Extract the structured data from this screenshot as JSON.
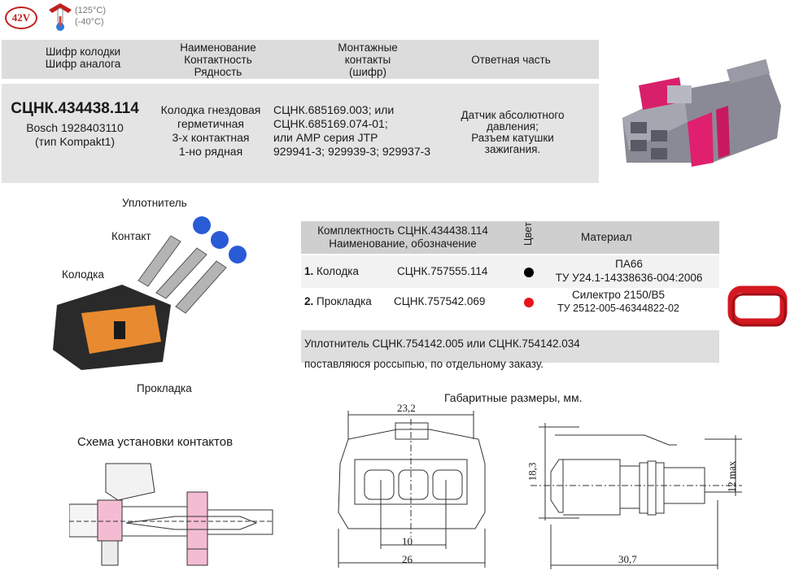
{
  "badges": {
    "voltage": "42V",
    "temp_high": "(125°C)",
    "temp_low": "(-40°C)"
  },
  "header": {
    "col1": [
      "Шифр колодки",
      "Шифр аналога"
    ],
    "col2": [
      "Наименование",
      "Контактность",
      "Рядность"
    ],
    "col3": [
      "Монтажные",
      "контакты",
      "(шифр)"
    ],
    "col4": "Ответная часть"
  },
  "product": {
    "code": "СЦНК.434438.114",
    "analog": "Bosch 1928403110",
    "analog_type": "(тип Kompakt1)",
    "description": [
      "Колодка гнездовая",
      "герметичная",
      "3-х контактная",
      "1-но рядная"
    ],
    "contacts": [
      "СЦНК.685169.003; или",
      "СЦНК.685169.074-01;",
      "или AMP серия JTP",
      "929941-3; 929939-3; 929937-3"
    ],
    "mating": [
      "Датчик абсолютного",
      "давления;",
      "Разъем катушки",
      "зажигания."
    ]
  },
  "parts_labels": {
    "seal": "Уплотнитель",
    "contact": "Контакт",
    "housing": "Колодка",
    "gasket": "Прокладка"
  },
  "kit_table": {
    "header_left": [
      "Комплектность СЦНК.434438.114",
      "Наименование, обозначение"
    ],
    "header_color": "Цвет",
    "header_material": "Материал",
    "rows": [
      {
        "num": "1.",
        "name": "Колодка",
        "code": "СЦНК.757555.114",
        "color": "#000000",
        "material": [
          "ПА66",
          "ТУ У24.1-14338636-004:2006"
        ]
      },
      {
        "num": "2.",
        "name": "Прокладка",
        "code": "СЦНК.757542.069",
        "color": "#e8141b",
        "material": [
          "Силектро 2150/В5",
          "ТУ 2512-005-46344822-02"
        ]
      }
    ]
  },
  "note": [
    "Уплотнитель СЦНК.754142.005 или СЦНК.754142.034",
    "поставляюся россыпью, по отдельному заказу."
  ],
  "dimensions": {
    "title": "Габаритные размеры, мм.",
    "width_top": "23,2",
    "pitch": "10",
    "width_bottom": "26",
    "height": "18,3",
    "length": "30,7",
    "max_height": "12 max"
  },
  "scheme_title": "Схема установки контактов",
  "colors": {
    "accent_red": "#c0201e",
    "gasket_red": "#e8141b",
    "seal_blue": "#2a5bd7",
    "gray_housing": "#8a8a96"
  }
}
